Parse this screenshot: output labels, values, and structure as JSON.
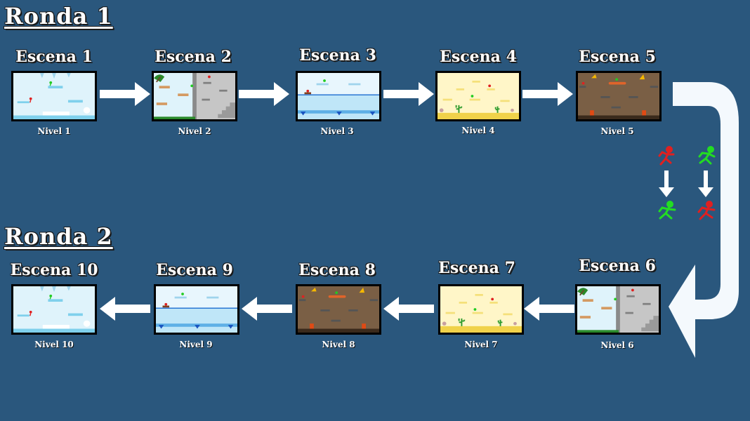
{
  "rounds": [
    {
      "label": "Ronda 1"
    },
    {
      "label": "Ronda 2"
    }
  ],
  "scenes": [
    {
      "title": "Escena 1",
      "level": "Nivel 1",
      "theme": "ice"
    },
    {
      "title": "Escena 2",
      "level": "Nivel 2",
      "theme": "forest-stone"
    },
    {
      "title": "Escena 3",
      "level": "Nivel 3",
      "theme": "water"
    },
    {
      "title": "Escena 4",
      "level": "Nivel 4",
      "theme": "desert"
    },
    {
      "title": "Escena 5",
      "level": "Nivel 5",
      "theme": "cave"
    },
    {
      "title": "Escena 6",
      "level": "Nivel 6",
      "theme": "forest-stone"
    },
    {
      "title": "Escena 7",
      "level": "Nivel 7",
      "theme": "desert"
    },
    {
      "title": "Escena 8",
      "level": "Nivel 8",
      "theme": "cave"
    },
    {
      "title": "Escena 9",
      "level": "Nivel 9",
      "theme": "water"
    },
    {
      "title": "Escena 10",
      "level": "Nivel 10",
      "theme": "ice"
    }
  ],
  "swap": {
    "colors": {
      "red": "#e02020",
      "green": "#22dd22"
    }
  },
  "colors": {
    "background": "#2a577d",
    "arrow": "#ffffff"
  }
}
